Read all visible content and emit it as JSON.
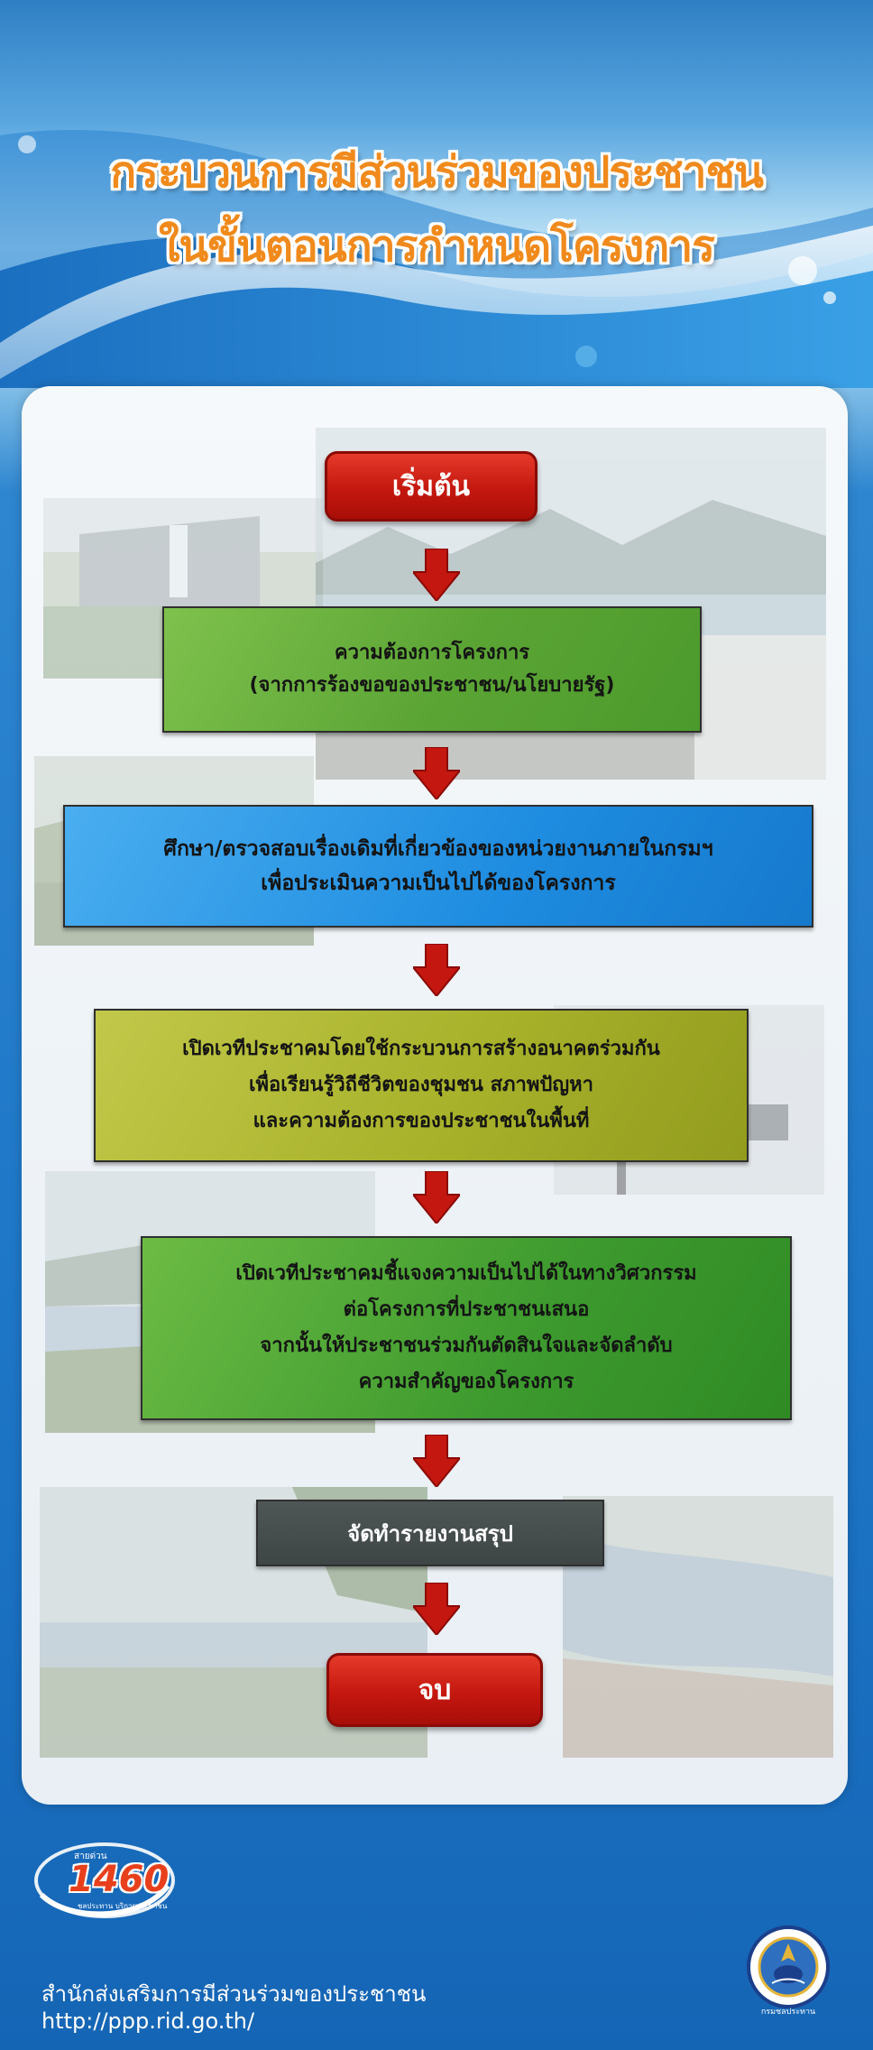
{
  "title": {
    "line1": "กระบวนการมีส่วนร่วมของประชาชน",
    "line2": "ในขั้นตอนการกำหนดโครงการ"
  },
  "flow": {
    "start": "เริ่มต้น",
    "step1": [
      "ความต้องการโครงการ",
      "(จากการร้องขอของประชาชน/นโยบายรัฐ)"
    ],
    "step2": [
      "ศึกษา/ตรวจสอบเรื่องเดิมที่เกี่ยวข้องของหน่วยงานภายในกรมฯ",
      "เพื่อประเมินความเป็นไปได้ของโครงการ"
    ],
    "step3": [
      "เปิดเวทีประชาคมโดยใช้กระบวนการสร้างอนาคตร่วมกัน",
      "เพื่อเรียนรู้วิถีชีวิตของชุมชน  สภาพปัญหา",
      "และความต้องการของประชาชนในพื้นที่"
    ],
    "step4": [
      "เปิดเวทีประชาคมชี้แจงความเป็นไปได้ในทางวิศวกรรม",
      "ต่อโครงการที่ประชาชนเสนอ",
      "จากนั้นให้ประชาชนร่วมกันตัดสินใจและจัดลำดับ",
      "ความสำคัญของโครงการ"
    ],
    "step5": "จัดทำรายงานสรุป",
    "end": "จบ"
  },
  "hotline": {
    "label": "สายด่วน",
    "number": "1460",
    "tagline": "ชลประทาน บริการประชาชน"
  },
  "footer": {
    "office": "สำนักส่งเสริมการมีส่วนร่วมของประชาชน",
    "url": "http://ppp.rid.go.th/",
    "seal_text": "กรมชลประทาน"
  },
  "colors": {
    "green": "#5aa434",
    "blue": "#1e8ce0",
    "olive": "#a8b22a",
    "dark_green": "#3d9a2e",
    "gray": "#3e4545",
    "red": "#c4170f",
    "title_orange": "#f08a1c"
  }
}
